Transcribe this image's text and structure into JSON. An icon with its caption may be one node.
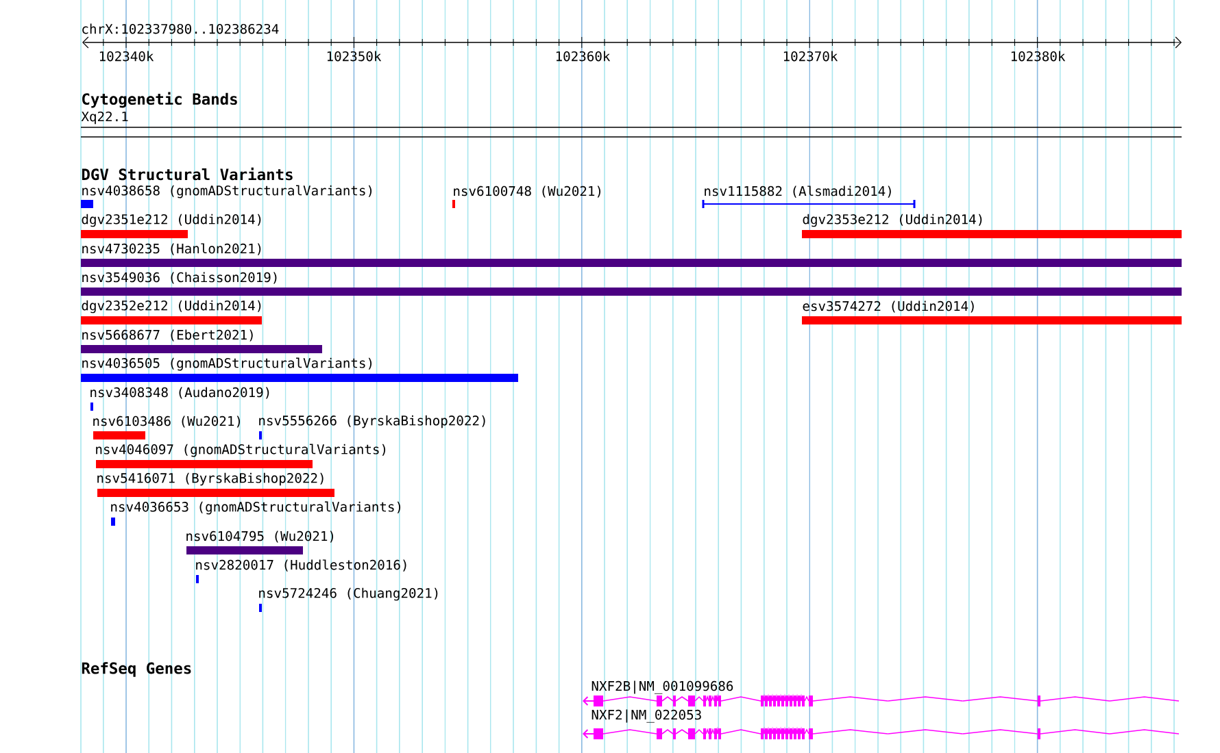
{
  "diagram": {
    "nodes": [
      {
        "text": [
          "Xq22.1"
        ]
      },
      {
        "text": [
          "nsv4038658 (gnomADStructuralVariants)"
        ]
      },
      {
        "text": [
          "nsv6100748 (Wu2021)"
        ]
      },
      {
        "text": [
          "nsv1115882 (Alsmadi2014)"
        ]
      },
      {
        "text": [
          "dgv2351e212 (Uddin2014)"
        ]
      },
      {
        "text": [
          "dgv2353e212 (Uddin2014)"
        ]
      },
      {
        "text": [
          "nsv4730235 (Hanlon2021)"
        ]
      },
      {
        "text": [
          "nsv3549036 (Chaisson2019)"
        ]
      },
      {
        "text": [
          "dgv2352e212 (Uddin2014)"
        ]
      },
      {
        "text": [
          "esv3574272 (Uddin2014)"
        ]
      },
      {
        "text": [
          "nsv5668677 (Ebert2021)"
        ]
      },
      {
        "text": [
          "nsv4036505 (gnomADStructuralVariants)"
        ]
      },
      {
        "text": [
          "nsv3408348 (Audano2019)"
        ]
      },
      {
        "text": [
          "nsv6103486 (Wu2021)"
        ]
      },
      {
        "text": [
          "nsv5556266 (ByrskaBishop2022)"
        ]
      },
      {
        "text": [
          "nsv4046097 (gnomADStructuralVariants)"
        ]
      },
      {
        "text": [
          "nsv5416071 (ByrskaBishop2022)"
        ]
      },
      {
        "text": [
          "nsv4036653 (gnomADStructuralVariants)"
        ]
      },
      {
        "text": [
          "nsv6104795 (Wu2021)"
        ]
      },
      {
        "text": [
          "nsv2820017 (Huddleston2016)"
        ]
      },
      {
        "text": [
          "nsv5724246 (Chuang2021)"
        ]
      },
      {
        "text": [
          "NXF2B|NM_001099686"
        ]
      },
      {
        "text": [
          "NXF2|NM_022053"
        ]
      }
    ],
    "labels": [
      "chrX:102337980..102386234",
      "102340k",
      "102350k",
      "102360k",
      "102370k",
      "102380k",
      "Cytogenetic Bands",
      "DGV Structural Variants",
      "RefSeq Genes"
    ]
  }
}
